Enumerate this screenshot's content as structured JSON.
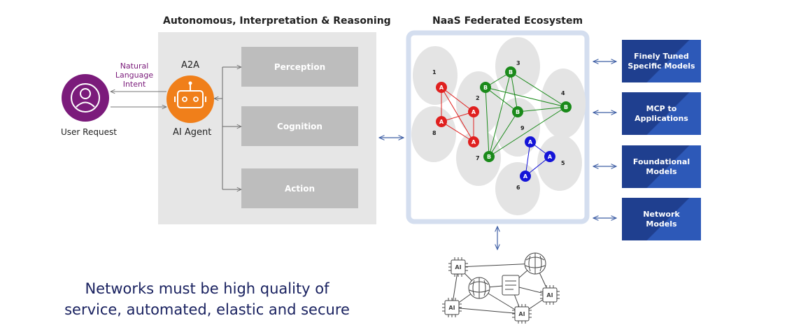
{
  "left_panel": {
    "title": "Autonomous, Interpretation & Reasoning",
    "a2a_label": "A2A",
    "agent_label": "AI Agent",
    "boxes": [
      "Perception",
      "Cognition",
      "Action"
    ]
  },
  "user": {
    "label": "User Request",
    "intent_label": "Natural\nLanguage\nIntent",
    "icon": "user-icon"
  },
  "ecosystem": {
    "title": "NaaS Federated Ecosystem",
    "domain_numbers": [
      "1",
      "2",
      "3",
      "4",
      "5",
      "6",
      "7",
      "8",
      "9"
    ],
    "node_labels": {
      "red": "A",
      "green": "B",
      "blue": "A"
    },
    "colors": {
      "red": "#e0201f",
      "green": "#1a8a1a",
      "blue": "#1414d8",
      "cloud": "#e4e4e4"
    }
  },
  "models": [
    "Finely Tuned\nSpecific Models",
    "MCP to\nApplications",
    "Foundational\nModels",
    "Network\nModels"
  ],
  "bottom_text": "Networks must be high quality of\nservice, automated, elastic and secure",
  "agents_icon_label": "AI",
  "colors": {
    "agent_orange": "#f07f1a",
    "user_purple": "#7b1b7b",
    "model_blue": "#1f3f8f",
    "arrow_blue": "#3f5fa5"
  }
}
